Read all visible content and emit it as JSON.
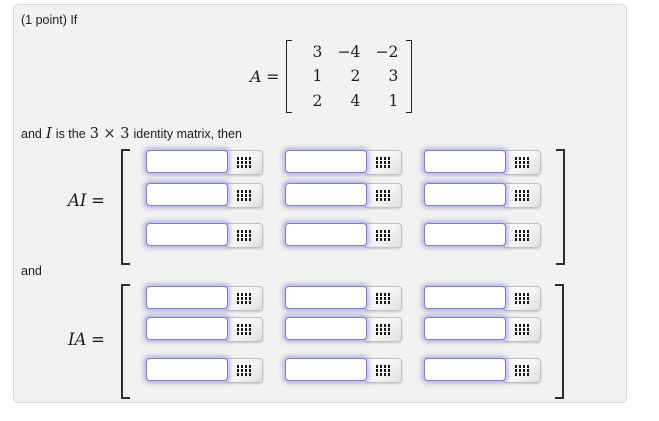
{
  "header": {
    "points_text": "(1 point) If"
  },
  "matrix_a": {
    "var": "A",
    "equals": "=",
    "rows": [
      [
        "3",
        "−4",
        "−2"
      ],
      [
        "1",
        "2",
        "3"
      ],
      [
        "2",
        "4",
        "1"
      ]
    ]
  },
  "identity_line": {
    "and": "and",
    "var_i": "I",
    "is_the": "is the",
    "dims": "3 × 3",
    "rest": "identity matrix, then"
  },
  "and_label": "and",
  "ai_block": {
    "var": "AI",
    "equals": "="
  },
  "ia_block": {
    "var": "IA",
    "equals": "="
  },
  "inputs": {
    "value": "",
    "placeholder": ""
  },
  "icons": {
    "keypad": "keypad-grid-icon (4x3 dot grid)"
  },
  "colors": {
    "panel_bg": "#f2f2f1",
    "panel_border": "#d8d8d8",
    "input_border": "#7f7fc5",
    "input_glow": "rgba(125,125,212,0.5)",
    "button_border": "#c1c1c1",
    "bracket": "#2d2d2d"
  }
}
